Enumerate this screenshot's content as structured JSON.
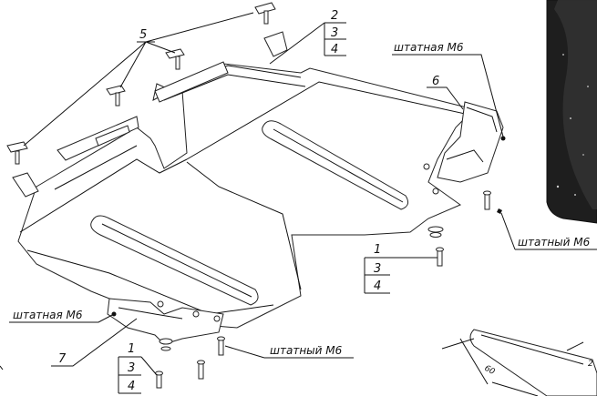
{
  "callouts": {
    "part5": "5",
    "part2": "2",
    "part3_top": "3",
    "part4_top": "4",
    "part6": "6",
    "part7": "7",
    "part1_mid": "1",
    "part3_mid": "3",
    "part4_mid": "4",
    "part1_bottom": "1",
    "part3_bottom": "3",
    "part4_bottom": "4"
  },
  "notes": {
    "nut_top": "штатная М6",
    "nut_left": "штатная М6",
    "bolt_bottom": "штатный М6",
    "bolt_right": "штатный М6"
  },
  "dimensions": {
    "length": "60",
    "width": "2"
  },
  "colors": {
    "line": "#111111",
    "photo_dark": "#1c1c1c"
  }
}
